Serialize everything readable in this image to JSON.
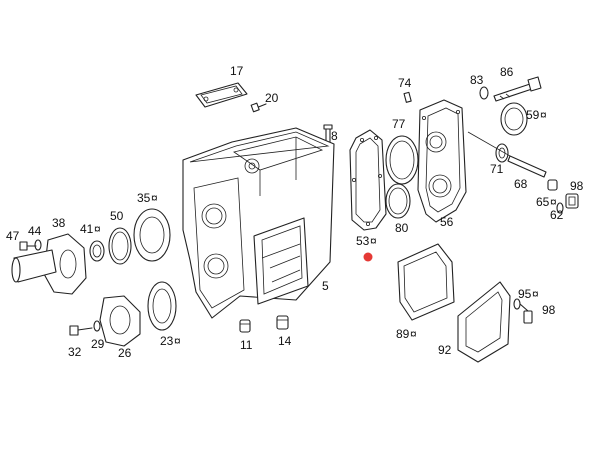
{
  "labels": {
    "p17": "17",
    "p20": "20",
    "p8": "8",
    "p74": "74",
    "p83": "83",
    "p86": "86",
    "p77": "77",
    "p59": "59",
    "p71": "71",
    "p68": "68",
    "p65": "65",
    "p98t": "98",
    "p62": "62",
    "p56": "56",
    "p80": "80",
    "p53": "53",
    "p35": "35",
    "p50": "50",
    "p47": "47",
    "p44": "44",
    "p38": "38",
    "p41": "41",
    "p5": "5",
    "p89": "89",
    "p95": "95",
    "p98": "98",
    "p92": "92",
    "p32": "32",
    "p29": "29",
    "p26": "26",
    "p23": "23",
    "p11": "11",
    "p14": "14"
  },
  "colors": {
    "marker": "#e53935",
    "ink": "#222222"
  }
}
